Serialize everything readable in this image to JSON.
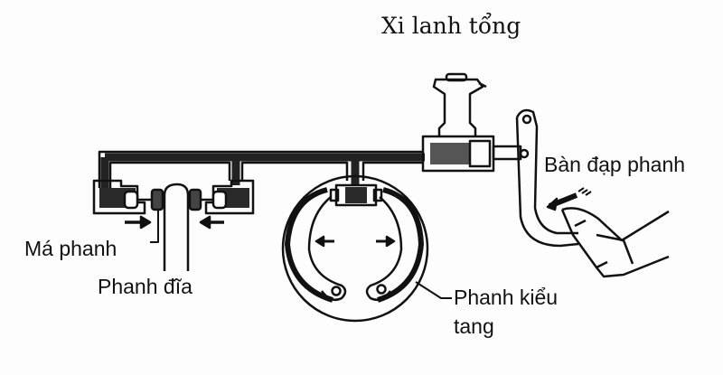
{
  "diagram": {
    "type": "hydraulic-brake-system",
    "colors": {
      "ink": "#111111",
      "fluid": "#2a2a2a",
      "background": "#fdfdfd"
    },
    "labels": {
      "master_cylinder": "Xi lanh tổng",
      "brake_pedal": "Bàn đạp phanh",
      "brake_pad": "Má phanh",
      "disc_brake": "Phanh đĩa",
      "drum_brake_line1": "Phanh kiểu",
      "drum_brake_line2": "tang"
    },
    "components": [
      "master-cylinder-with-reservoir",
      "brake-pedal-with-foot",
      "hydraulic-line",
      "disc-brake-caliper",
      "drum-brake-assembly"
    ]
  }
}
